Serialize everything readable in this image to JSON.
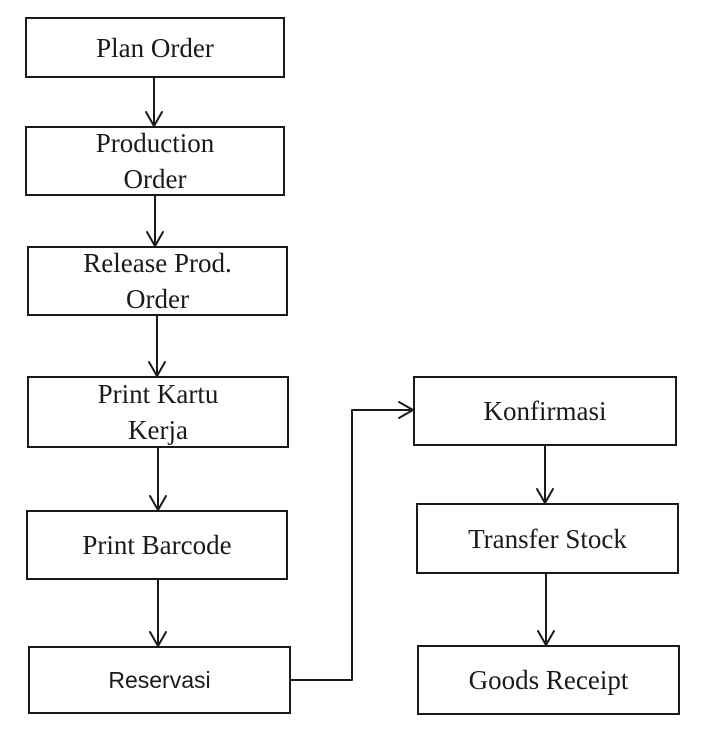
{
  "diagram": {
    "nodes": [
      {
        "id": "plan-order",
        "label": "Plan Order"
      },
      {
        "id": "production-order",
        "label": "Production\nOrder"
      },
      {
        "id": "release-prod-order",
        "label": "Release Prod.\nOrder"
      },
      {
        "id": "print-kartu-kerja",
        "label": "Print Kartu\nKerja"
      },
      {
        "id": "print-barcode",
        "label": "Print Barcode"
      },
      {
        "id": "reservasi",
        "label": "Reservasi"
      },
      {
        "id": "konfirmasi",
        "label": "Konfirmasi"
      },
      {
        "id": "transfer-stock",
        "label": "Transfer Stock"
      },
      {
        "id": "goods-receipt",
        "label": "Goods Receipt"
      }
    ],
    "edges": [
      {
        "from": "plan-order",
        "to": "production-order"
      },
      {
        "from": "production-order",
        "to": "release-prod-order"
      },
      {
        "from": "release-prod-order",
        "to": "print-kartu-kerja"
      },
      {
        "from": "print-kartu-kerja",
        "to": "print-barcode"
      },
      {
        "from": "print-barcode",
        "to": "reservasi"
      },
      {
        "from": "reservasi",
        "to": "konfirmasi"
      },
      {
        "from": "konfirmasi",
        "to": "transfer-stock"
      },
      {
        "from": "transfer-stock",
        "to": "goods-receipt"
      }
    ]
  }
}
